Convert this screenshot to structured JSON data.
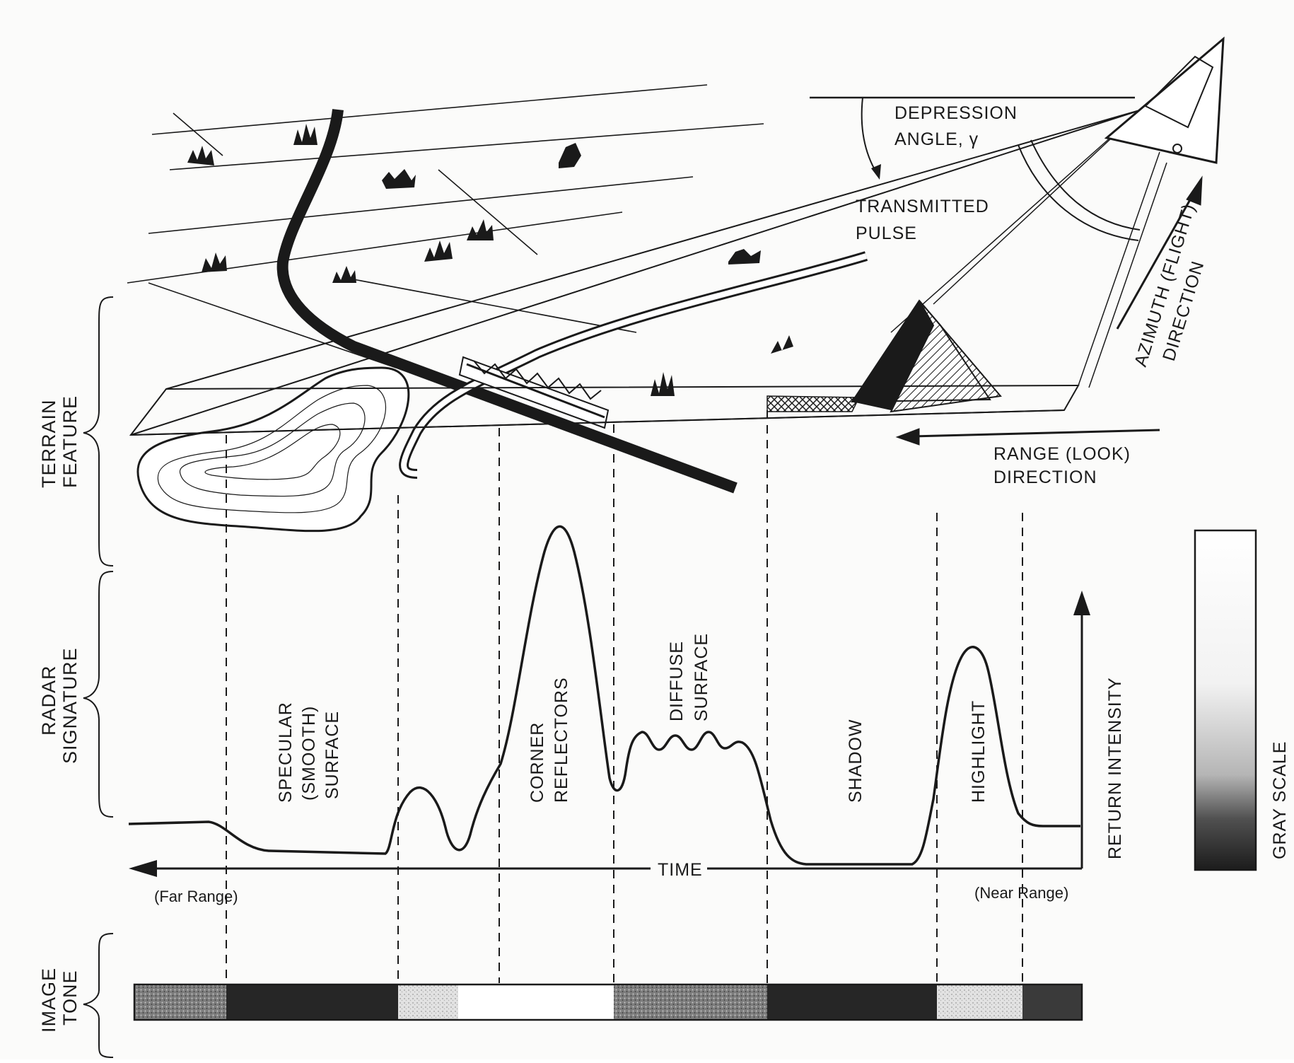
{
  "labels": {
    "depression_line1": "DEPRESSION",
    "depression_line2": "ANGLE, γ",
    "transmitted_line1": "TRANSMITTED",
    "transmitted_line2": "PULSE",
    "azimuth_line1": "AZIMUTH (FLIGHT)",
    "azimuth_line2": "DIRECTION",
    "range_line1": "RANGE (LOOK)",
    "range_line2": "DIRECTION",
    "terrain_line1": "TERRAIN",
    "terrain_line2": "FEATURE",
    "radar_line1": "RADAR",
    "radar_line2": "SIGNATURE",
    "image_line1": "IMAGE",
    "image_line2": "TONE",
    "return_intensity": "RETURN INTENSITY",
    "gray_scale": "GRAY SCALE",
    "time": "TIME",
    "far_range": "(Far Range)",
    "near_range": "(Near Range)"
  },
  "regions": [
    {
      "id": "specular",
      "lines": [
        "SPECULAR",
        "(SMOOTH)",
        "SURFACE"
      ]
    },
    {
      "id": "corner",
      "lines": [
        "CORNER",
        "REFLECTORS"
      ]
    },
    {
      "id": "diffuse",
      "lines": [
        "DIFFUSE",
        "SURFACE"
      ]
    },
    {
      "id": "shadow",
      "lines": [
        "SHADOW"
      ]
    },
    {
      "id": "highlight",
      "lines": [
        "HIGHLIGHT"
      ]
    }
  ],
  "colors": {
    "ink": "#1a1a1a",
    "paper": "#fbfbfa",
    "dark_tone": "#262626",
    "mid_tone": "#8a8a8a",
    "light_tone": "#d4d4d4",
    "white_tone": "#ffffff"
  }
}
